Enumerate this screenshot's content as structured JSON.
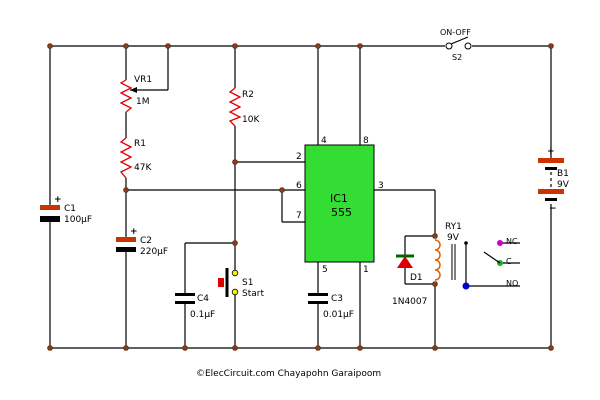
{
  "switch_s2": {
    "label": "ON-OFF",
    "name": "S2"
  },
  "vr1": {
    "name": "VR1",
    "value": "1M"
  },
  "r1": {
    "name": "R1",
    "value": "47K"
  },
  "r2": {
    "name": "R2",
    "value": "10K"
  },
  "c1": {
    "name": "C1",
    "value": "100µF",
    "polarity": "+"
  },
  "c2": {
    "name": "C2",
    "value": "220µF",
    "polarity": "+"
  },
  "c3": {
    "name": "C3",
    "value": "0.01µF"
  },
  "c4": {
    "name": "C4",
    "value": "0.1µF"
  },
  "s1": {
    "name": "S1",
    "value": "Start"
  },
  "ic1": {
    "name": "IC1",
    "part": "555",
    "color": "#33dd33",
    "pins": {
      "p2": "2",
      "p3": "3",
      "p4": "4",
      "p5": "5",
      "p6": "6",
      "p7": "7",
      "p8": "8",
      "p1": "1"
    }
  },
  "battery": {
    "name": "B1",
    "value": "9V",
    "plus": "+",
    "minus": "−"
  },
  "relay": {
    "name": "RY1",
    "value": "9V",
    "nc": "NC",
    "c": "C",
    "no": "NO"
  },
  "d1": {
    "name": "D1",
    "part": "1N4007"
  },
  "credit": "©ElecCircuit.com Chayapohn Garaipoom",
  "colors": {
    "wire": "#000000",
    "resistor": "#e00000",
    "cap_plate": "#cc3300",
    "ic": "#33dd33",
    "nc_terminal": "#cc00cc",
    "c_terminal": "#22aa22",
    "no_terminal": "#0000cc",
    "coil": "#e06000"
  }
}
